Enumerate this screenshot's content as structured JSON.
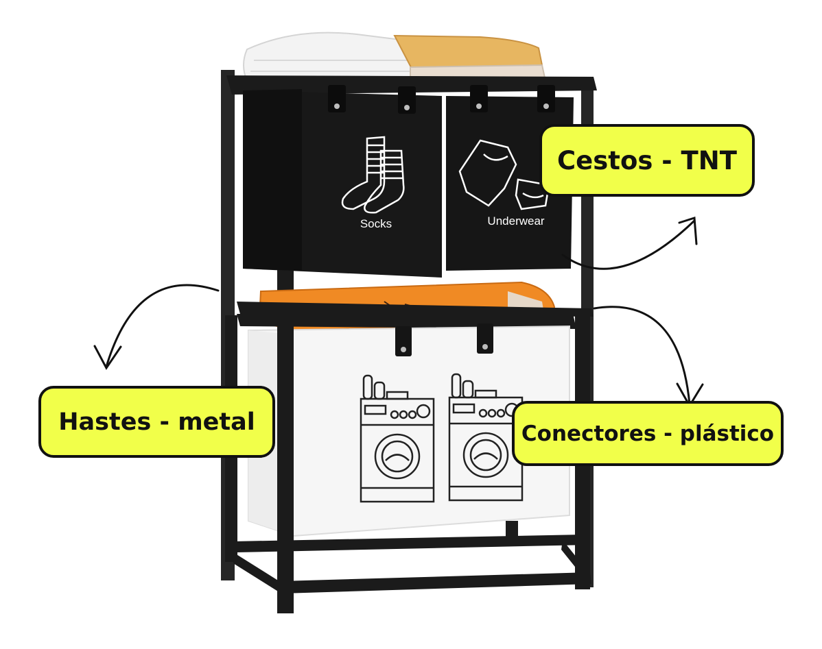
{
  "colors": {
    "callout_fill": "#f1ff4a",
    "callout_border": "#111111",
    "frame": "#1b1b1b",
    "dark_basket": "#171717",
    "white_basket": "#f6f6f6",
    "folded_orange": "#f08a24",
    "folded_tan": "#e8b460"
  },
  "product": {
    "bin_labels": {
      "left": "Socks",
      "right": "Underwear"
    },
    "icons": [
      "socks-icon",
      "underwear-icon",
      "washing-machine-icon",
      "washing-machine-icon"
    ]
  },
  "callouts": {
    "cestos": "Cestos - TNT",
    "hastes": "Hastes - metal",
    "conectores": "Conectores - plástico"
  }
}
